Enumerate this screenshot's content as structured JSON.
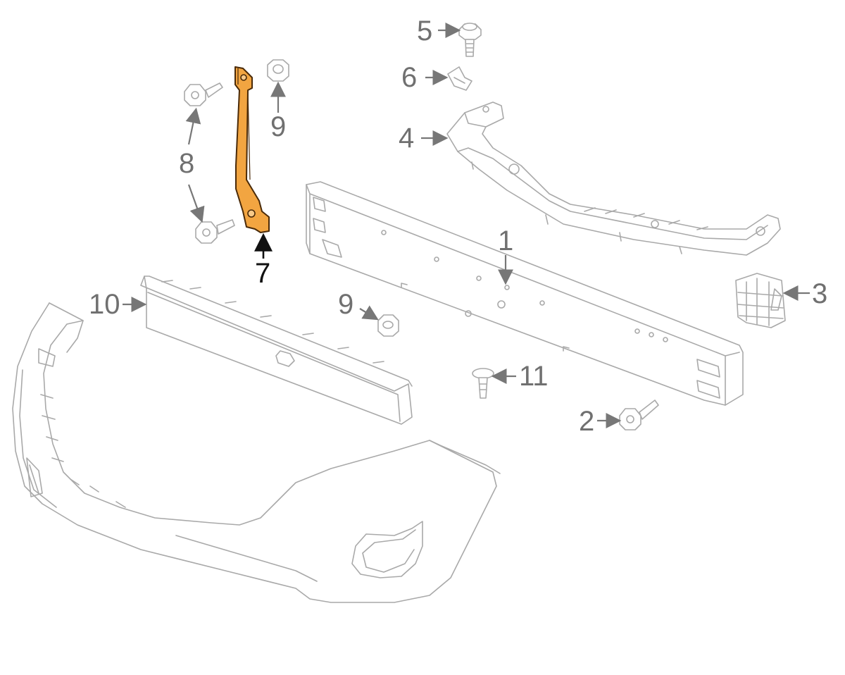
{
  "colors": {
    "line": "#a9a9a9",
    "label": "#707070",
    "highlight_fill": "#f2a541",
    "highlight_stroke": "#4a2a08",
    "highlight_label": "#111111"
  },
  "callouts": [
    {
      "id": "c1",
      "text": "1"
    },
    {
      "id": "c2",
      "text": "2"
    },
    {
      "id": "c3",
      "text": "3"
    },
    {
      "id": "c4",
      "text": "4"
    },
    {
      "id": "c5",
      "text": "5"
    },
    {
      "id": "c6",
      "text": "6"
    },
    {
      "id": "c7",
      "text": "7",
      "highlighted": true
    },
    {
      "id": "c8",
      "text": "8"
    },
    {
      "id": "c9a",
      "text": "9"
    },
    {
      "id": "c9b",
      "text": "9"
    },
    {
      "id": "c10",
      "text": "10"
    },
    {
      "id": "c11",
      "text": "11"
    }
  ]
}
